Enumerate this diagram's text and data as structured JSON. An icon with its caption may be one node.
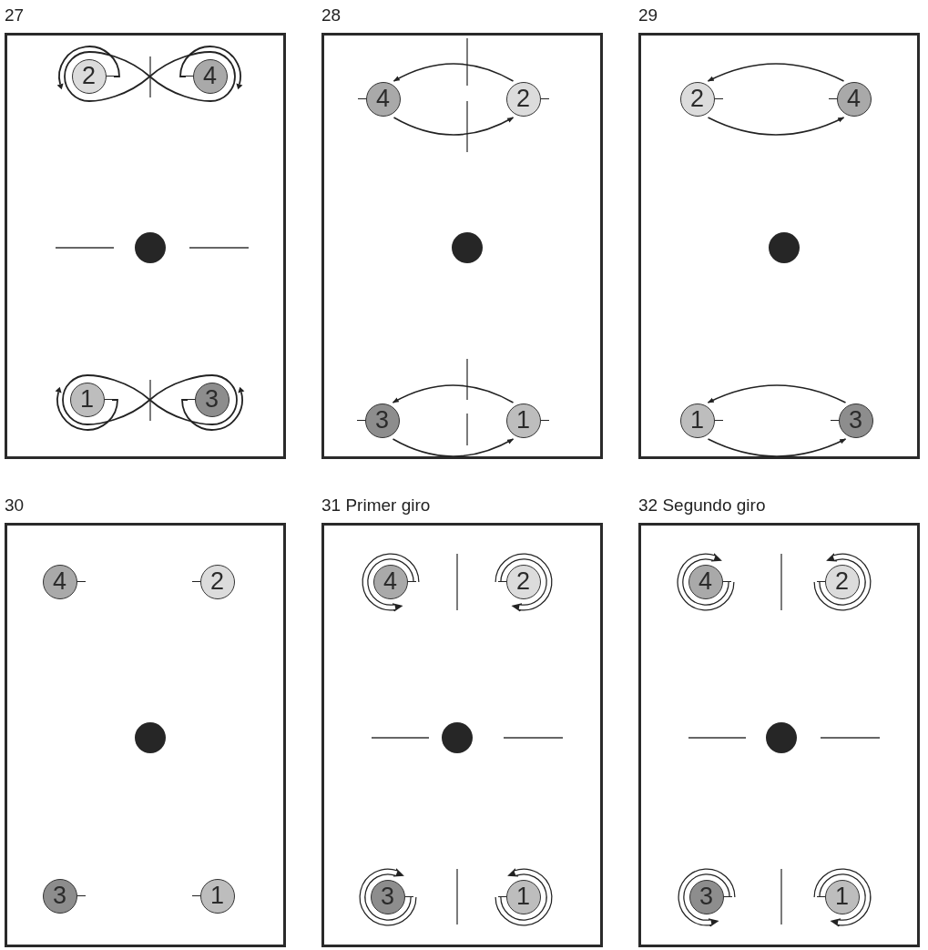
{
  "diagram": {
    "nodes": [
      {
        "text": [
          "27"
        ]
      },
      {
        "text": [
          "2"
        ],
        "in": 0
      },
      {
        "text": [
          "4"
        ],
        "in": 0
      },
      {
        "text": [],
        "shape": "circle",
        "in": 0
      },
      {
        "text": [
          "1"
        ],
        "in": 0
      },
      {
        "text": [
          "3"
        ],
        "in": 0
      },
      {
        "text": [
          "28"
        ]
      },
      {
        "text": [
          "4"
        ],
        "in": 6
      },
      {
        "text": [
          "2"
        ],
        "in": 6
      },
      {
        "text": [],
        "shape": "circle",
        "in": 6
      },
      {
        "text": [
          "3"
        ],
        "in": 6
      },
      {
        "text": [
          "1"
        ],
        "in": 6
      },
      {
        "text": [
          "29"
        ]
      },
      {
        "text": [
          "2"
        ],
        "in": 12
      },
      {
        "text": [
          "4"
        ],
        "in": 12
      },
      {
        "text": [],
        "shape": "circle",
        "in": 12
      },
      {
        "text": [
          "1"
        ],
        "in": 12
      },
      {
        "text": [
          "3"
        ],
        "in": 12
      },
      {
        "text": [
          "30"
        ]
      },
      {
        "text": [
          "4"
        ],
        "in": 18
      },
      {
        "text": [
          "2"
        ],
        "in": 18
      },
      {
        "text": [],
        "shape": "circle",
        "in": 18
      },
      {
        "text": [
          "3"
        ],
        "in": 18
      },
      {
        "text": [
          "1"
        ],
        "in": 18
      },
      {
        "text": [
          "31 Primer giro"
        ]
      },
      {
        "text": [
          "4"
        ],
        "in": 24
      },
      {
        "text": [
          "2"
        ],
        "in": 24
      },
      {
        "text": [],
        "shape": "circle",
        "in": 24
      },
      {
        "text": [
          "3"
        ],
        "in": 24
      },
      {
        "text": [
          "1"
        ],
        "in": 24
      },
      {
        "text": [
          "32 Segundo giro"
        ]
      },
      {
        "text": [
          "4"
        ],
        "in": 30
      },
      {
        "text": [
          "2"
        ],
        "in": 30
      },
      {
        "text": [],
        "shape": "circle",
        "in": 30
      },
      {
        "text": [
          "3"
        ],
        "in": 30
      },
      {
        "text": [
          "1"
        ],
        "in": 30
      }
    ],
    "edges": [
      {
        "from": 8,
        "to": 7,
        "arrow": "to"
      },
      {
        "from": 7,
        "to": 8,
        "arrow": "to"
      },
      {
        "from": 11,
        "to": 10,
        "arrow": "to"
      },
      {
        "from": 10,
        "to": 11,
        "arrow": "to"
      },
      {
        "from": 14,
        "to": 13,
        "arrow": "to"
      },
      {
        "from": 13,
        "to": 14,
        "arrow": "to"
      },
      {
        "from": 17,
        "to": 16,
        "arrow": "to"
      },
      {
        "from": 16,
        "to": 17,
        "arrow": "to"
      },
      {
        "from": 25,
        "to": 25,
        "arrow": "to",
        "style": "thick"
      },
      {
        "from": 26,
        "to": 26,
        "arrow": "to",
        "style": "thick"
      },
      {
        "from": 28,
        "to": 28,
        "arrow": "to",
        "style": "thick"
      },
      {
        "from": 29,
        "to": 29,
        "arrow": "to",
        "style": "thick"
      },
      {
        "from": 31,
        "to": 31,
        "arrow": "to",
        "style": "thick"
      },
      {
        "from": 32,
        "to": 32,
        "arrow": "to",
        "style": "thick"
      },
      {
        "from": 34,
        "to": 34,
        "arrow": "to",
        "style": "thick"
      },
      {
        "from": 35,
        "to": 35,
        "arrow": "to",
        "style": "thick"
      }
    ]
  }
}
